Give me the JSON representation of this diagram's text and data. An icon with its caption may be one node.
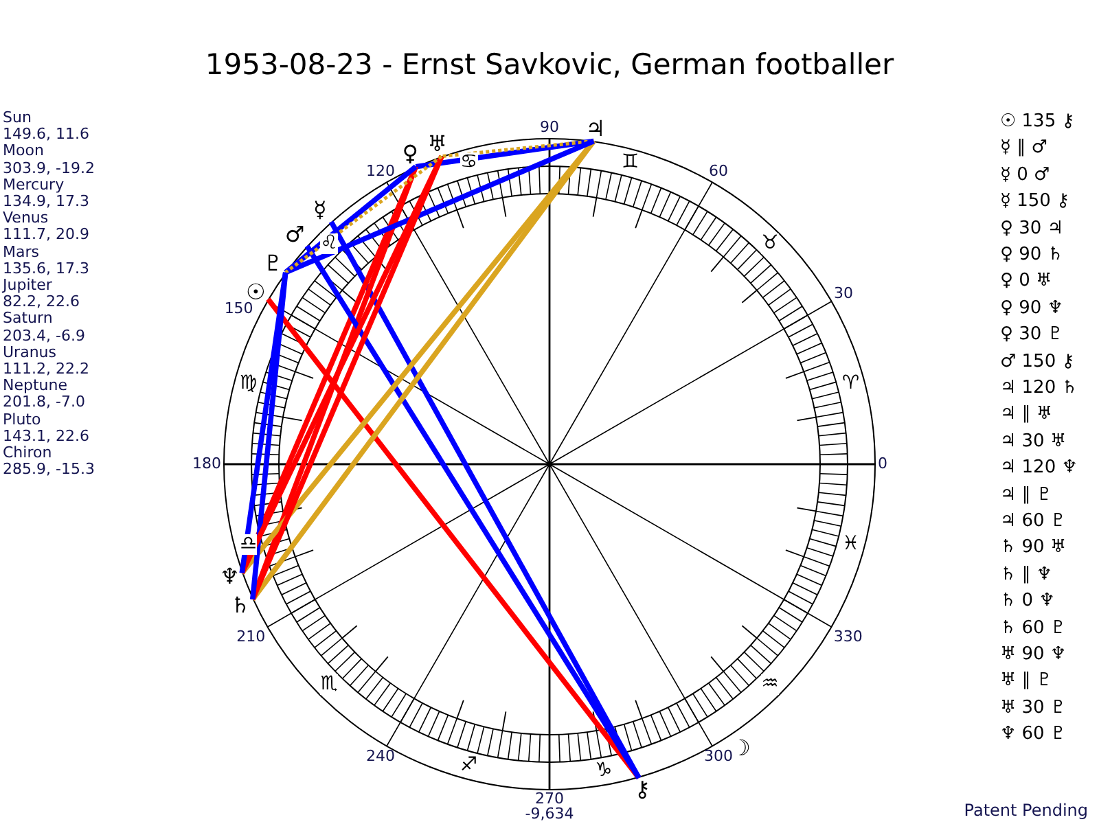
{
  "diagram": {
    "title": "1953-08-23 - Ernst Savkovic, German footballer",
    "nodes": [
      {
        "text": [
          "♃"
        ]
      },
      {
        "text": [
          "♀"
        ]
      },
      {
        "text": [
          "♅"
        ]
      },
      {
        "text": [
          "☿"
        ]
      },
      {
        "text": [
          "♂"
        ]
      },
      {
        "text": [
          "♇"
        ]
      },
      {
        "text": [
          "☉"
        ]
      },
      {
        "text": [
          "♆"
        ]
      },
      {
        "text": [
          "♄"
        ]
      },
      {
        "text": [
          "⚷"
        ]
      }
    ],
    "edges": [
      {
        "from": 6,
        "to": 9,
        "arrow": "none",
        "color": "#ff0000"
      },
      {
        "from": 3,
        "to": 9,
        "arrow": "none"
      },
      {
        "from": 1,
        "to": 0,
        "arrow": "none"
      },
      {
        "from": 1,
        "to": 8,
        "arrow": "none",
        "color": "#ff0000"
      },
      {
        "from": 1,
        "to": 7,
        "arrow": "none",
        "color": "#ff0000"
      },
      {
        "from": 1,
        "to": 5,
        "arrow": "none"
      },
      {
        "from": 4,
        "to": 9,
        "arrow": "none"
      },
      {
        "from": 0,
        "to": 8,
        "arrow": "none",
        "color": "#daa520"
      },
      {
        "from": 0,
        "to": 2,
        "arrow": "none",
        "style": "dashed",
        "color": "#daa520"
      },
      {
        "from": 0,
        "to": 7,
        "arrow": "none",
        "color": "#daa520"
      },
      {
        "from": 0,
        "to": 5,
        "arrow": "none"
      },
      {
        "from": 8,
        "to": 2,
        "arrow": "none",
        "color": "#ff0000"
      },
      {
        "from": 8,
        "to": 5,
        "arrow": "none"
      },
      {
        "from": 2,
        "to": 7,
        "arrow": "none",
        "color": "#ff0000"
      },
      {
        "from": 2,
        "to": 5,
        "arrow": "none",
        "style": "dashed",
        "color": "#daa520"
      },
      {
        "from": 7,
        "to": 5,
        "arrow": "none"
      }
    ],
    "labels": [
      "Sun",
      "149.6, 11.6",
      "Moon",
      "303.9, -19.2",
      "Mercury",
      "134.9, 17.3",
      "Venus",
      "111.7, 20.9",
      "Mars",
      "135.6, 17.3",
      "Jupiter",
      "82.2, 22.6",
      "Saturn",
      "203.4, -6.9",
      "Uranus",
      "111.2, 22.2",
      "Neptune",
      "201.8, -7.0",
      "Pluto",
      "143.1, 22.6",
      "Chiron",
      "285.9, -15.3",
      "0",
      "30",
      "60",
      "90",
      "120",
      "150",
      "180",
      "210",
      "240",
      "270",
      "300",
      "330",
      "-9,634",
      "♈",
      "♉",
      "♊",
      "♋",
      "♌",
      "♍",
      "♎",
      "♏",
      "♐",
      "♑",
      "♒",
      "♓",
      "☽",
      "☉ 135 ⚷",
      "☿ ∥ ♂",
      "☿ 0 ♂",
      "☿ 150 ⚷",
      "♀ 30 ♃",
      "♀ 90 ♄",
      "♀ 0 ♅",
      "♀ 90 ♆",
      "♀ 30 ♇",
      "♂ 150 ⚷",
      "♃ 120 ♄",
      "♃ ∥ ♅",
      "♃ 30 ♅",
      "♃ 120 ♆",
      "♃ ∥ ♇",
      "♃ 60 ♇",
      "♄ 90 ♅",
      "♄ ∥ ♆",
      "♄ 0 ♆",
      "♄ 60 ♇",
      "♅ 90 ♆",
      "♅ ∥ ♇",
      "♅ 30 ♇",
      "♆ 60 ♇",
      "Patent Pending"
    ]
  }
}
